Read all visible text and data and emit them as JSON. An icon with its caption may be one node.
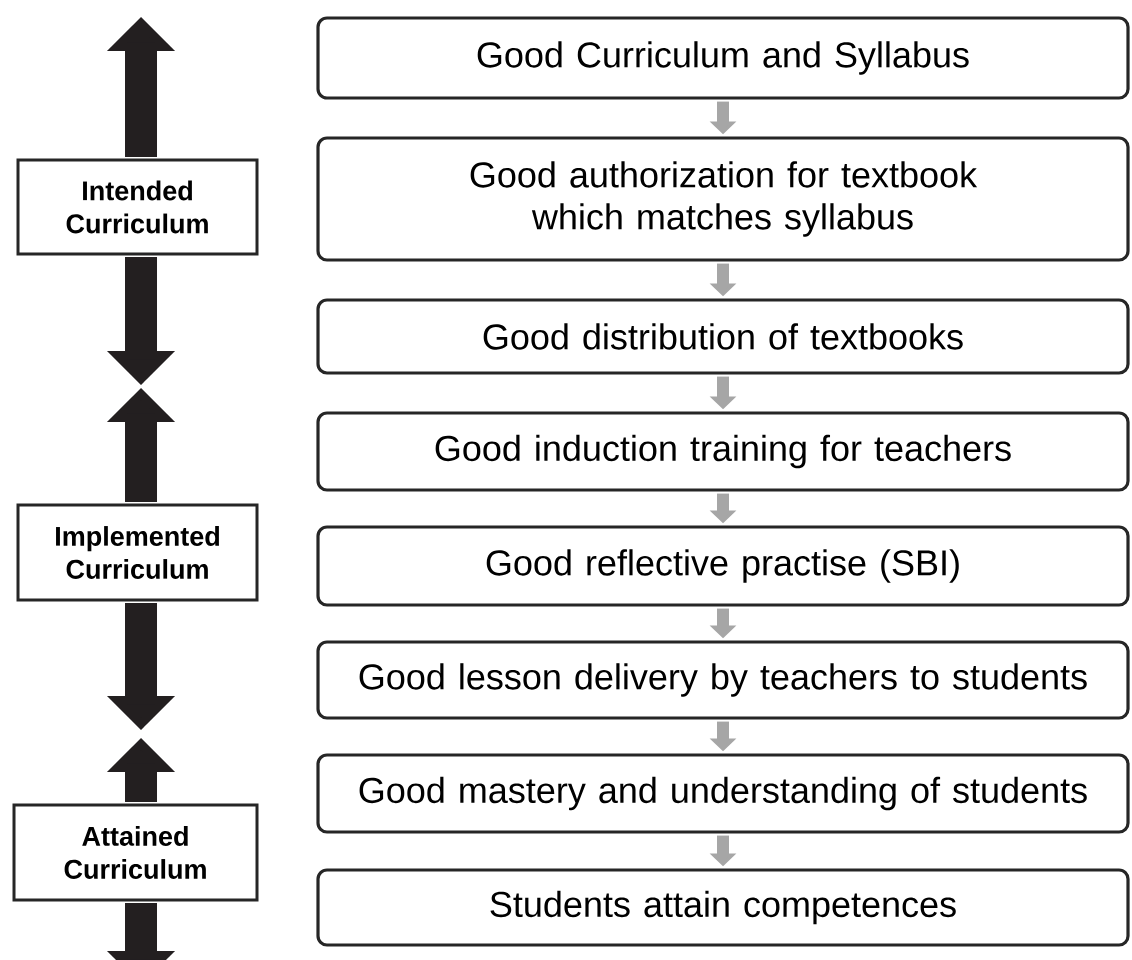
{
  "diagram": {
    "nodes": [
      {
        "text": [
          "Good Curriculum and Syllabus"
        ]
      },
      {
        "text": [
          "Good authorization for textbook which matches syllabus"
        ]
      },
      {
        "text": [
          "Good distribution of textbooks"
        ]
      },
      {
        "text": [
          "Good induction training for teachers"
        ]
      },
      {
        "text": [
          "Good reflective practise (SBI)"
        ]
      },
      {
        "text": [
          "Good lesson delivery by teachers to students"
        ]
      },
      {
        "text": [
          "Good mastery and understanding of students"
        ]
      },
      {
        "text": [
          "Students attain competences"
        ]
      },
      {
        "text": [
          "Intended Curriculum"
        ]
      },
      {
        "text": [
          "Implemented Curriculum"
        ]
      },
      {
        "text": [
          "Attained Curriculum"
        ]
      }
    ],
    "edges": [
      {
        "from": 0,
        "to": 1,
        "arrow": "to"
      },
      {
        "from": 1,
        "to": 2,
        "arrow": "to"
      },
      {
        "from": 2,
        "to": 3,
        "arrow": "to"
      },
      {
        "from": 3,
        "to": 4,
        "arrow": "to"
      },
      {
        "from": 4,
        "to": 5,
        "arrow": "to"
      },
      {
        "from": 5,
        "to": 6,
        "arrow": "to"
      },
      {
        "from": 6,
        "to": 7,
        "arrow": "to"
      },
      {
        "from": 8,
        "to": null,
        "arrow": "to",
        "style": "thick",
        "color": "#231f20"
      },
      {
        "from": 8,
        "to": null,
        "arrow": "to",
        "style": "thick",
        "color": "#231f20"
      },
      {
        "from": 9,
        "to": null,
        "arrow": "to",
        "style": "thick",
        "color": "#231f20"
      },
      {
        "from": 9,
        "to": null,
        "arrow": "to",
        "style": "thick",
        "color": "#231f20"
      },
      {
        "from": 10,
        "to": null,
        "arrow": "to",
        "style": "thick",
        "color": "#231f20"
      },
      {
        "from": 10,
        "to": null,
        "arrow": "to",
        "style": "thick",
        "color": "#231f20"
      }
    ]
  }
}
